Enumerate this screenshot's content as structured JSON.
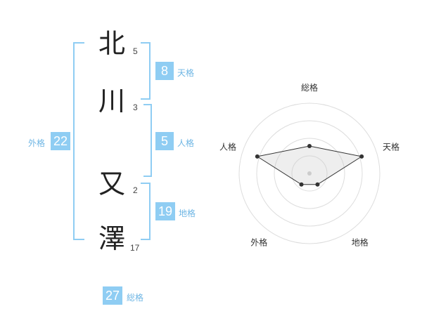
{
  "name": {
    "chars": [
      {
        "char": "北",
        "strokes": "5"
      },
      {
        "char": "川",
        "strokes": "3"
      },
      {
        "char": "又",
        "strokes": "2"
      },
      {
        "char": "澤",
        "strokes": "17"
      }
    ]
  },
  "kaku": {
    "tenkaku": {
      "label": "天格",
      "value": "8"
    },
    "jinkaku": {
      "label": "人格",
      "value": "5"
    },
    "chikaku": {
      "label": "地格",
      "value": "19"
    },
    "gaikaku": {
      "label": "外格",
      "value": "22"
    },
    "soukaku": {
      "label": "総格",
      "value": "27"
    }
  },
  "colors": {
    "accent": "#8fcdf3",
    "label": "#6fb6e4"
  },
  "chart_data": {
    "type": "radar",
    "axes": [
      "総格",
      "天格",
      "地格",
      "外格",
      "人格"
    ],
    "values": [
      0.5,
      1.0,
      0.25,
      0.25,
      1.0
    ],
    "ring_count": 4,
    "range": [
      0,
      1
    ]
  }
}
